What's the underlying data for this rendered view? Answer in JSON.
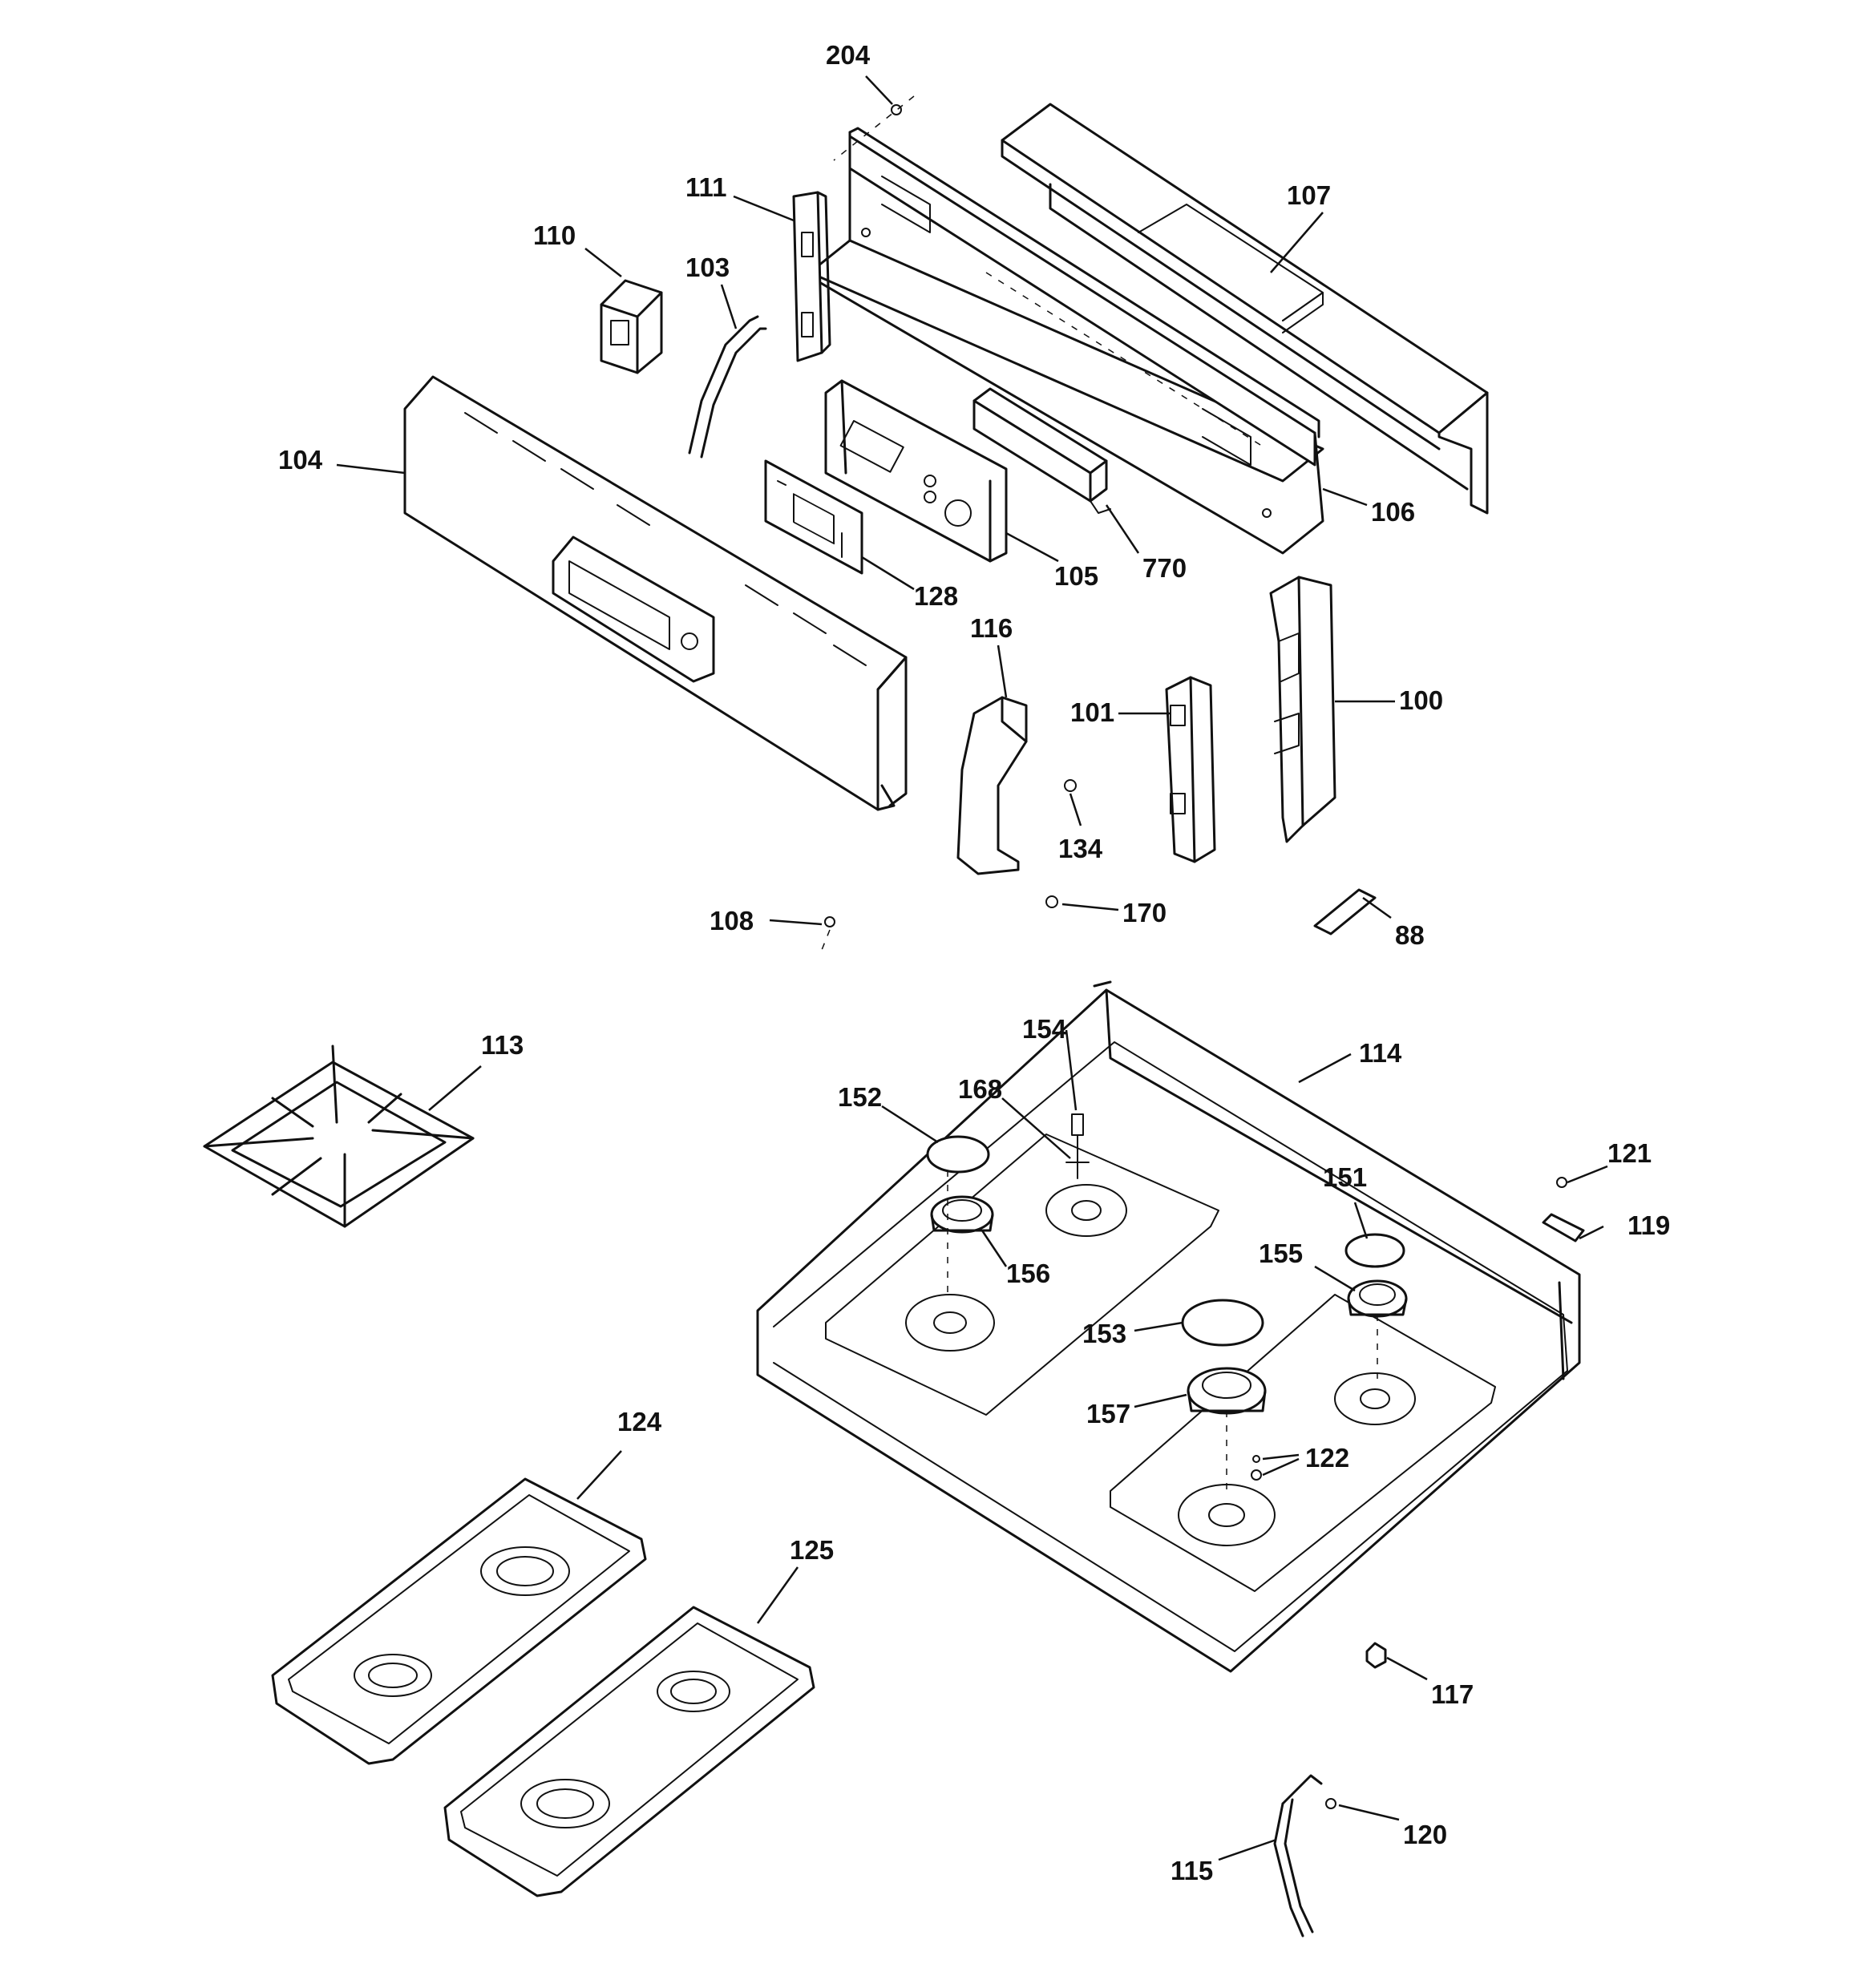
{
  "labels": {
    "p204": "204",
    "p111": "111",
    "p107": "107",
    "p110": "110",
    "p103": "103",
    "p104": "104",
    "p106": "106",
    "p105": "105",
    "p770": "770",
    "p128": "128",
    "p116": "116",
    "p101": "101",
    "p100": "100",
    "p134": "134",
    "p108": "108",
    "p170": "170",
    "p88": "88",
    "p113": "113",
    "p154": "154",
    "p114": "114",
    "p152": "152",
    "p168": "168",
    "p121": "121",
    "p151": "151",
    "p119": "119",
    "p156": "156",
    "p155": "155",
    "p153": "153",
    "p157": "157",
    "p122": "122",
    "p124": "124",
    "p125": "125",
    "p117": "117",
    "p120": "120",
    "p115": "115"
  },
  "colors": {
    "line": "#111111",
    "background": "#ffffff"
  }
}
